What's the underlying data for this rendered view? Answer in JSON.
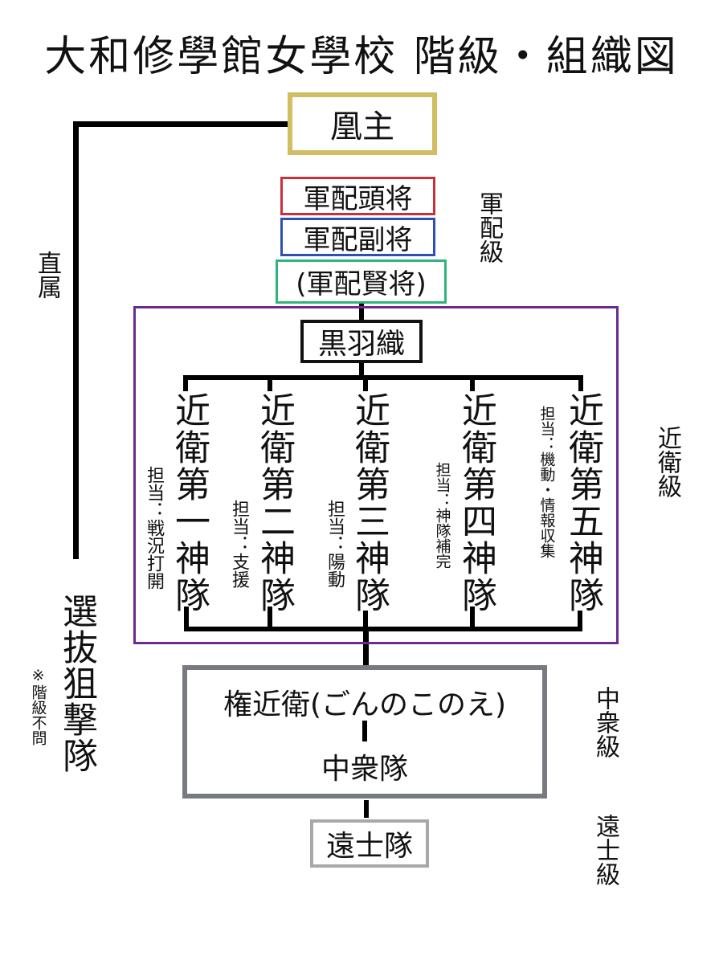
{
  "title": "大和修學館女學校 階級・組織図",
  "colors": {
    "line": "#000000",
    "ouju_border": "#d1bd62",
    "touju_border": "#c9303c",
    "fukushou_border": "#2f4fb5",
    "kenshou_border": "#2fb57a",
    "konoe_frame": "#6a2a92",
    "gon_frame": "#777a80",
    "ondo_border": "#a8a8a8"
  },
  "nodes": {
    "ouju": "凰主",
    "gunpai_tousho": "軍配頭将",
    "gunpai_fukushou": "軍配副将",
    "gunpai_kenshou": "(軍配賢将)",
    "kurohaori": "黒羽織",
    "gon_konoe": "権近衛(ごんのこのえ)",
    "chushu_tai": "中衆隊",
    "ondo_tai": "遠士隊"
  },
  "squads": [
    {
      "name": "近衛第一神隊",
      "role": "担当：戦況打開"
    },
    {
      "name": "近衛第二神隊",
      "role": "担当：支援"
    },
    {
      "name": "近衛第三神隊",
      "role": "担当：陽動"
    },
    {
      "name": "近衛第四神隊",
      "role": "担当：神隊補完"
    },
    {
      "name": "近衛第五神隊",
      "role": "担当：機動・情報収集"
    }
  ],
  "left": {
    "direct": "直属",
    "sniper": "選抜狙撃隊",
    "note": "※階級不問"
  },
  "ranks": {
    "gunpai": "軍配級",
    "konoe": "近衛級",
    "chushu": "中衆級",
    "ondo": "遠士級"
  }
}
